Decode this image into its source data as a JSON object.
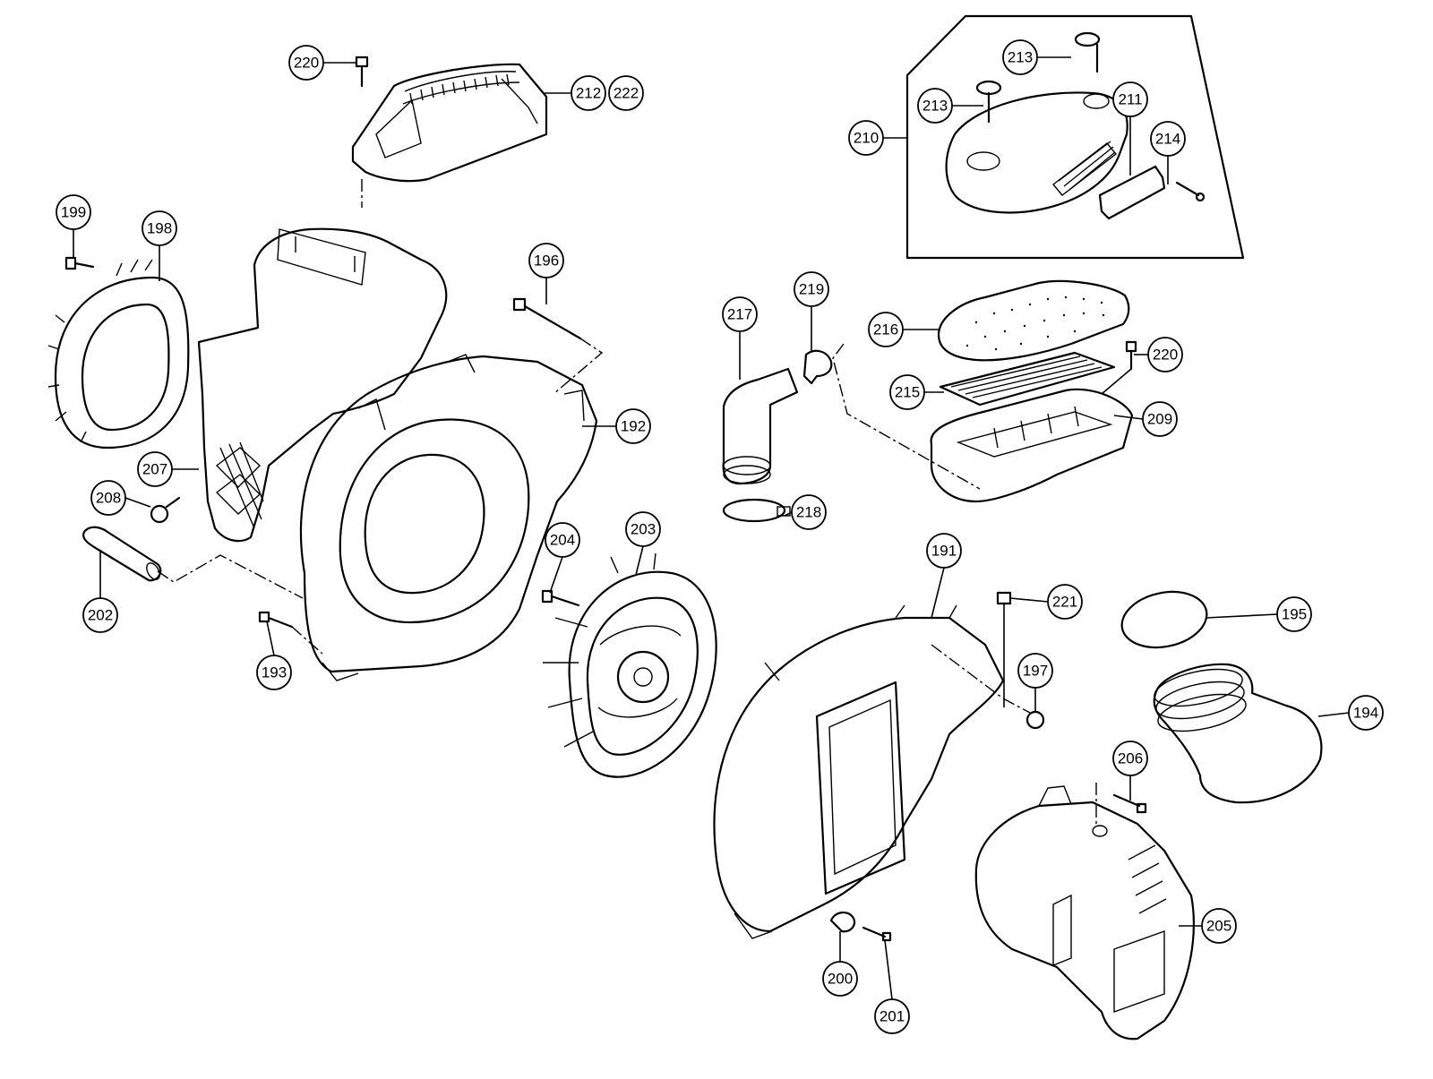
{
  "callouts": {
    "c220a": "220",
    "c212": "212",
    "c222": "222",
    "c213a": "213",
    "c213b": "213",
    "c210": "210",
    "c211": "211",
    "c214": "214",
    "c199": "199",
    "c198": "198",
    "c196": "196",
    "c192": "192",
    "c217": "217",
    "c219": "219",
    "c216": "216",
    "c220b": "220",
    "c215": "215",
    "c209": "209",
    "c207": "207",
    "c208": "208",
    "c218": "218",
    "c204": "204",
    "c203": "203",
    "c202": "202",
    "c193": "193",
    "c191": "191",
    "c221": "221",
    "c195": "195",
    "c197": "197",
    "c194": "194",
    "c206": "206",
    "c205": "205",
    "c200": "200",
    "c201": "201"
  },
  "colors": {
    "line": "#000000",
    "background": "#ffffff"
  }
}
